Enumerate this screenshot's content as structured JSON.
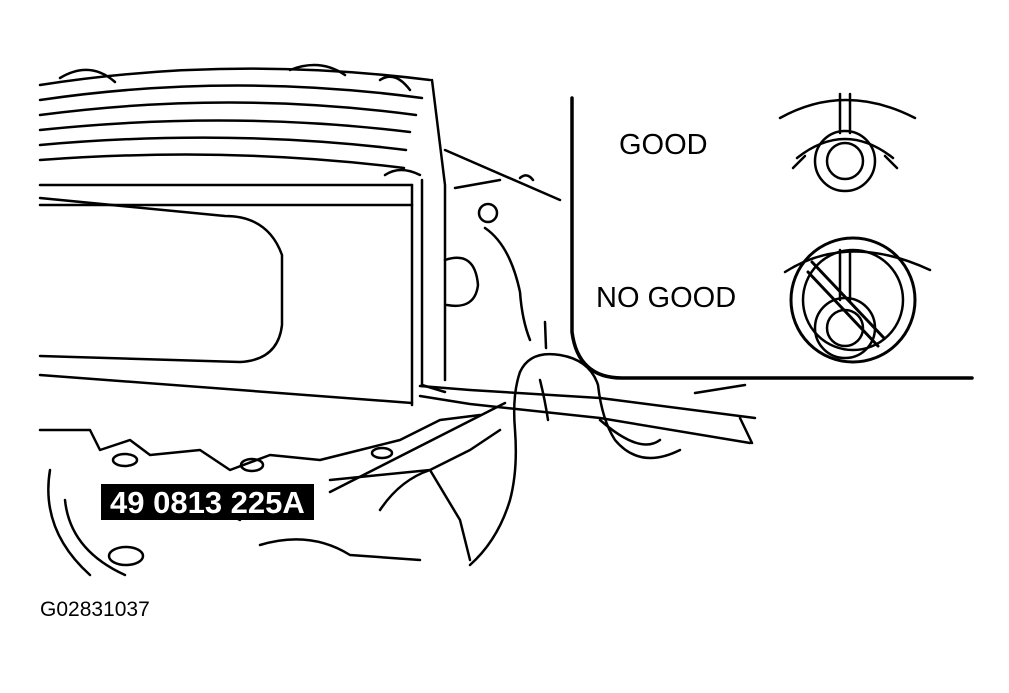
{
  "labels": {
    "good": "GOOD",
    "no_good": "NO GOOD",
    "tool_number": "49 0813 225A",
    "figure_id": "G02831037"
  },
  "colors": {
    "ink": "#000000",
    "paper": "#ffffff"
  }
}
